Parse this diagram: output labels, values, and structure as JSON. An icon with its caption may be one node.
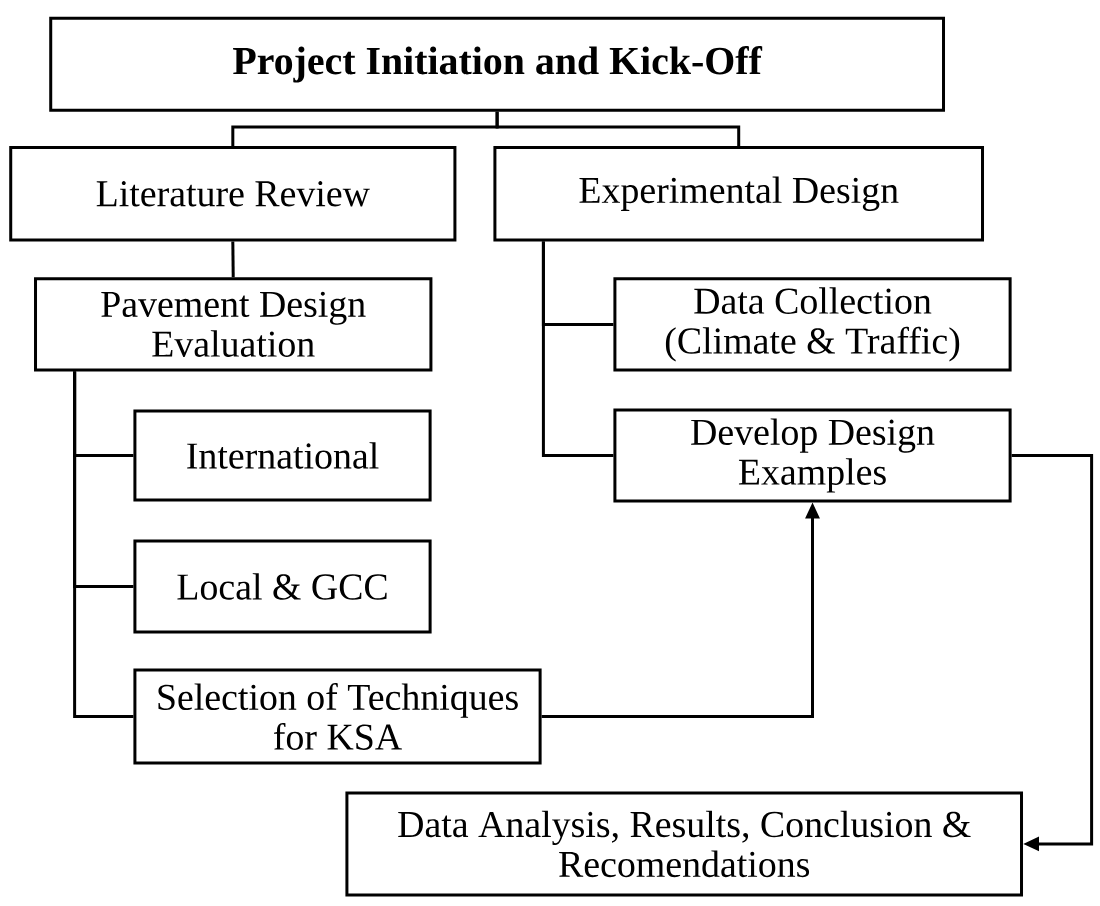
{
  "diagram": {
    "nodes": [
      {
        "text": [
          "Project Initiation and Kick-Off"
        ]
      },
      {
        "text": [
          "Literature Review"
        ]
      },
      {
        "text": [
          "Experimental Design"
        ]
      },
      {
        "text": [
          "Pavement Design Evaluation"
        ]
      },
      {
        "text": [
          "International"
        ]
      },
      {
        "text": [
          "Local & GCC"
        ]
      },
      {
        "text": [
          "Selection of Techniques for KSA"
        ]
      },
      {
        "text": [
          "Data Collection (Climate & Traffic)"
        ]
      },
      {
        "text": [
          "Develop Design Examples"
        ]
      },
      {
        "text": [
          "Data Analysis, Results, Conclusion & Recomendations"
        ]
      }
    ],
    "edges": [
      {
        "from": 0,
        "to": 1,
        "arrow": "none"
      },
      {
        "from": 0,
        "to": 2,
        "arrow": "none"
      },
      {
        "from": 1,
        "to": 3,
        "arrow": "none"
      },
      {
        "from": 3,
        "to": 4,
        "arrow": "none"
      },
      {
        "from": 3,
        "to": 5,
        "arrow": "none"
      },
      {
        "from": 3,
        "to": 6,
        "arrow": "none"
      },
      {
        "from": 2,
        "to": 7,
        "arrow": "none"
      },
      {
        "from": 2,
        "to": 8,
        "arrow": "none"
      },
      {
        "from": 6,
        "to": 8,
        "arrow": "to"
      },
      {
        "from": 8,
        "to": 9,
        "arrow": "to"
      }
    ]
  }
}
